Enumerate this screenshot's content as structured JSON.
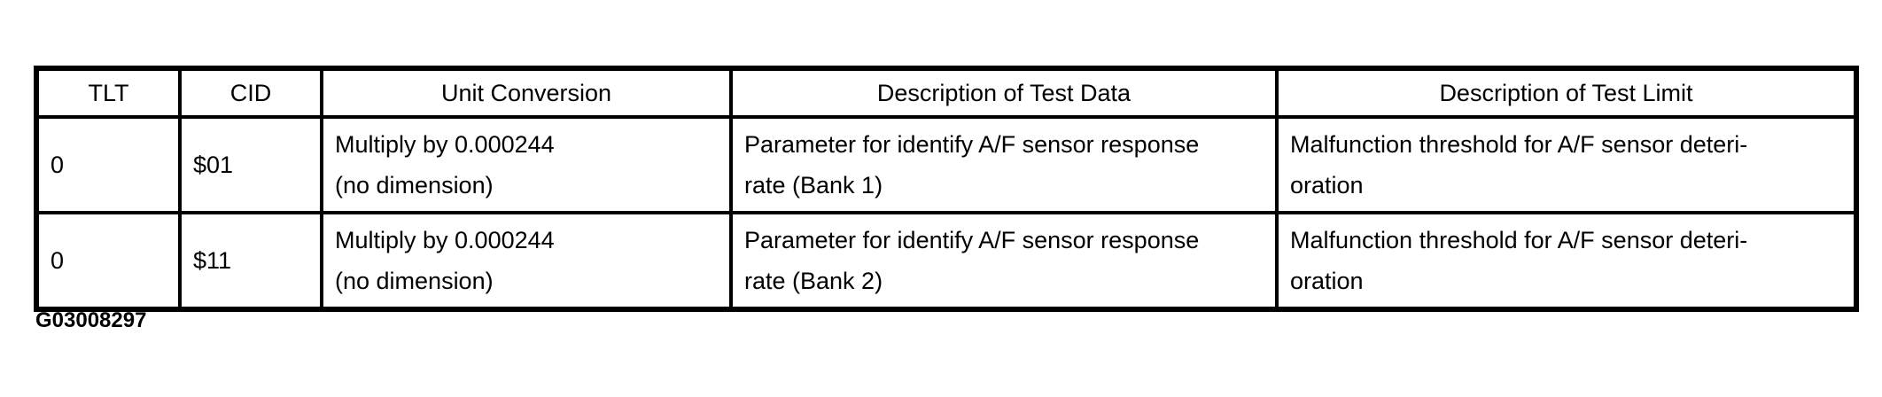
{
  "colors": {
    "border": "#000000",
    "text": "#000000",
    "background": "#ffffff"
  },
  "table": {
    "headers": {
      "tlt": "TLT",
      "cid": "CID",
      "unit_conversion": "Unit Conversion",
      "test_data": "Description of Test Data",
      "test_limit": "Description of Test Limit"
    },
    "rows": [
      {
        "tlt": "0",
        "cid": "$01",
        "unit_conversion": [
          "Multiply by 0.000244",
          "(no dimension)"
        ],
        "test_data": [
          "Parameter for identify A/F sensor response",
          "rate (Bank 1)"
        ],
        "test_limit": [
          "Malfunction threshold for A/F sensor deteri-",
          "oration"
        ]
      },
      {
        "tlt": "0",
        "cid": "$11",
        "unit_conversion": [
          "Multiply by 0.000244",
          "(no dimension)"
        ],
        "test_data": [
          "Parameter for identify A/F sensor response",
          "rate (Bank 2)"
        ],
        "test_limit": [
          "Malfunction threshold for A/F sensor deteri-",
          "oration"
        ]
      }
    ]
  },
  "figure": {
    "caption": "G03008297"
  }
}
